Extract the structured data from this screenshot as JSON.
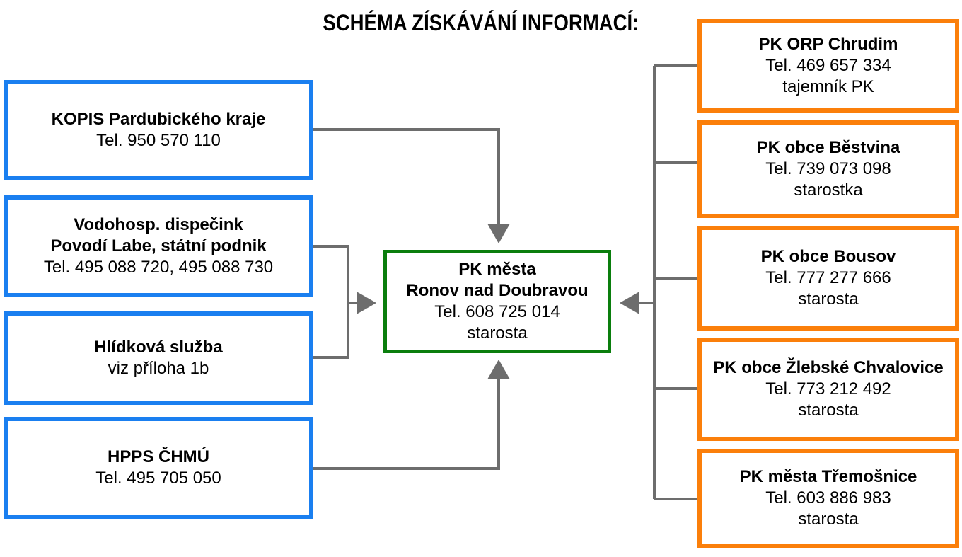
{
  "title": "SCHÉMA ZÍSKÁVÁNÍ INFORMACÍ:",
  "sources": [
    {
      "name": "KOPIS Pardubického kraje",
      "lines": [
        "Tel. 950 570 110"
      ]
    },
    {
      "name": "Vodohosp. dispečink",
      "name2": "Povodí Labe, státní podnik",
      "lines": [
        "Tel. 495 088 720, 495 088 730"
      ]
    },
    {
      "name": "Hlídková služba",
      "lines": [
        "viz příloha 1b"
      ]
    },
    {
      "name": "HPPS ČHMÚ",
      "lines": [
        "Tel. 495 705 050"
      ]
    }
  ],
  "center": {
    "name": "PK města",
    "name2": "Ronov nad Doubravou",
    "phone": "Tel. 608 725 014",
    "role": "starosta"
  },
  "contacts": [
    {
      "name": "PK ORP Chrudim",
      "phone": "Tel. 469 657 334",
      "role": "tajemník PK"
    },
    {
      "name": "PK obce Běstvina",
      "phone": "Tel. 739 073 098",
      "role": "starostka"
    },
    {
      "name": "PK obce Bousov",
      "phone": "Tel. 777 277 666",
      "role": "starosta"
    },
    {
      "name": "PK obce Žlebské Chvalovice",
      "phone": "Tel. 773 212 492",
      "role": "starosta"
    },
    {
      "name": "PK města Třemošnice",
      "phone": "Tel. 603 886 983",
      "role": "starosta"
    }
  ],
  "colors": {
    "source_border": "#1a7ff0",
    "contact_border": "#fb7f0a",
    "center_border": "#0a7e0d",
    "connector": "#6d6d6d"
  }
}
